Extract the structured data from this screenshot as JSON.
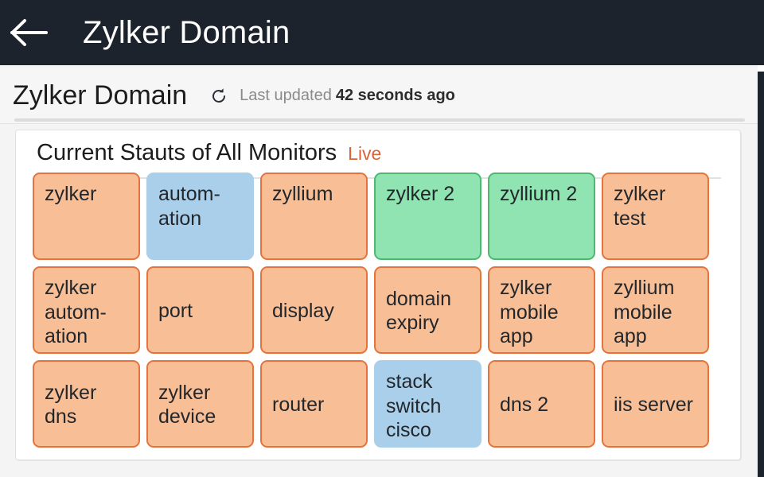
{
  "app_bar": {
    "back_icon": "back-arrow-icon",
    "title": "Zylker Domain"
  },
  "sub_header": {
    "page_title": "Zylker Domain",
    "refresh_icon": "refresh-icon",
    "last_updated_label": "Last updated",
    "last_updated_value": "42 seconds ago"
  },
  "card": {
    "title": "Current Stauts of All Monitors",
    "live_badge": "Live",
    "colors": {
      "down_fill": "#f8bf97",
      "down_border": "#e4743c",
      "up_fill": "#8fe4b1",
      "up_border": "#4cb96e",
      "suspended_fill": "#a9cfeb",
      "live_text": "#d9643a",
      "app_bar_bg": "#1d232d"
    },
    "rows": [
      [
        {
          "label": "zylker",
          "status": "down",
          "single_line": false
        },
        {
          "label": "autom-ation",
          "status": "suspended",
          "single_line": false
        },
        {
          "label": "zyllium",
          "status": "down",
          "single_line": false
        },
        {
          "label": "zylker 2",
          "status": "up",
          "single_line": false
        },
        {
          "label": "zyllium 2",
          "status": "up",
          "single_line": false
        },
        {
          "label": "zylker test",
          "status": "down",
          "single_line": false
        }
      ],
      [
        {
          "label": "zylker autom-ation",
          "status": "down",
          "single_line": false
        },
        {
          "label": "port",
          "status": "down",
          "single_line": true
        },
        {
          "label": "display",
          "status": "down",
          "single_line": true
        },
        {
          "label": "domain expiry",
          "status": "down",
          "single_line": true
        },
        {
          "label": "zylker mobile app",
          "status": "down",
          "single_line": false
        },
        {
          "label": "zyllium mobile app",
          "status": "down",
          "single_line": false
        }
      ],
      [
        {
          "label": "zylker dns",
          "status": "down",
          "single_line": true
        },
        {
          "label": "zylker device",
          "status": "down",
          "single_line": true
        },
        {
          "label": "router",
          "status": "down",
          "single_line": true
        },
        {
          "label": "stack switch cisco",
          "status": "suspended",
          "single_line": false
        },
        {
          "label": "dns 2",
          "status": "down",
          "single_line": true
        },
        {
          "label": "iis server",
          "status": "down",
          "single_line": true
        }
      ]
    ]
  }
}
